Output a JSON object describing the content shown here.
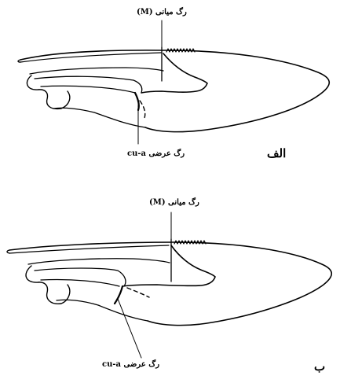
{
  "panels": [
    {
      "panel_label": "الف",
      "median_vein_label": "رگ میانی (M)",
      "crossvein_label": "رگ عرضی cu-a"
    },
    {
      "panel_label": "ب",
      "median_vein_label": "رگ میانی (M)",
      "crossvein_label": "رگ عرضی cu-a"
    }
  ],
  "colors": {
    "line": "#000000",
    "background": "#ffffff"
  }
}
